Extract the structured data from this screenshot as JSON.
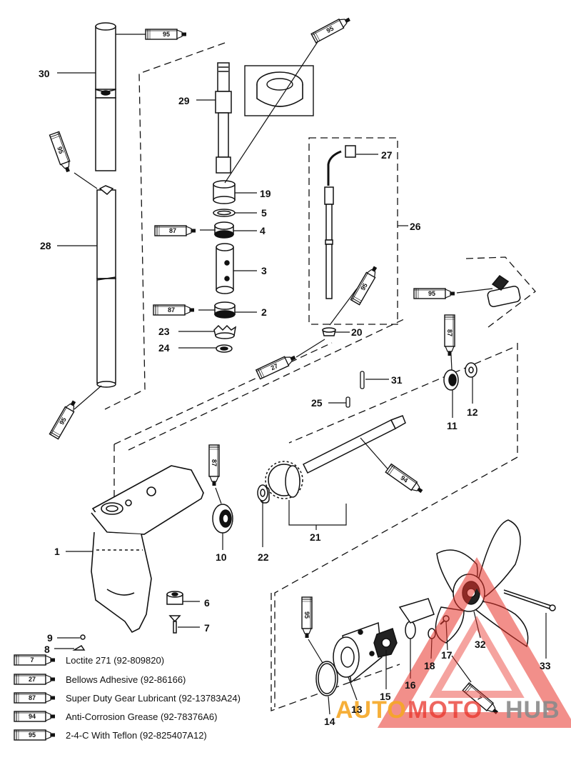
{
  "part_numbers": [
    "1",
    "2",
    "3",
    "4",
    "5",
    "6",
    "7",
    "8",
    "9",
    "10",
    "11",
    "12",
    "13",
    "14",
    "15",
    "16",
    "17",
    "18",
    "19",
    "20",
    "21",
    "22",
    "23",
    "24",
    "25",
    "26",
    "27",
    "28",
    "29",
    "30",
    "31",
    "32",
    "33"
  ],
  "tube_codes": [
    "95",
    "95",
    "95",
    "95",
    "87",
    "87",
    "95",
    "87",
    "87",
    "27",
    "94",
    "95",
    "7"
  ],
  "legend": [
    {
      "code": "7",
      "text": "Loctite 271 (92-809820)"
    },
    {
      "code": "27",
      "text": "Bellows Adhesive (92-86166)"
    },
    {
      "code": "87",
      "text": "Super Duty Gear Lubricant (92-13783A24)"
    },
    {
      "code": "94",
      "text": "Anti-Corrosion Grease (92-78376A6)"
    },
    {
      "code": "95",
      "text": "2-4-C  With Teflon (92-825407A12)"
    }
  ],
  "watermark": {
    "auto": "AUTO",
    "moto": "MOTO",
    "hub": "HUB"
  },
  "colors": {
    "ink": "#111111",
    "watermark_red": "#e8332a",
    "watermark_orange": "#f5a623",
    "watermark_gray": "#8a8a8a",
    "label_18": "#c0392b"
  }
}
